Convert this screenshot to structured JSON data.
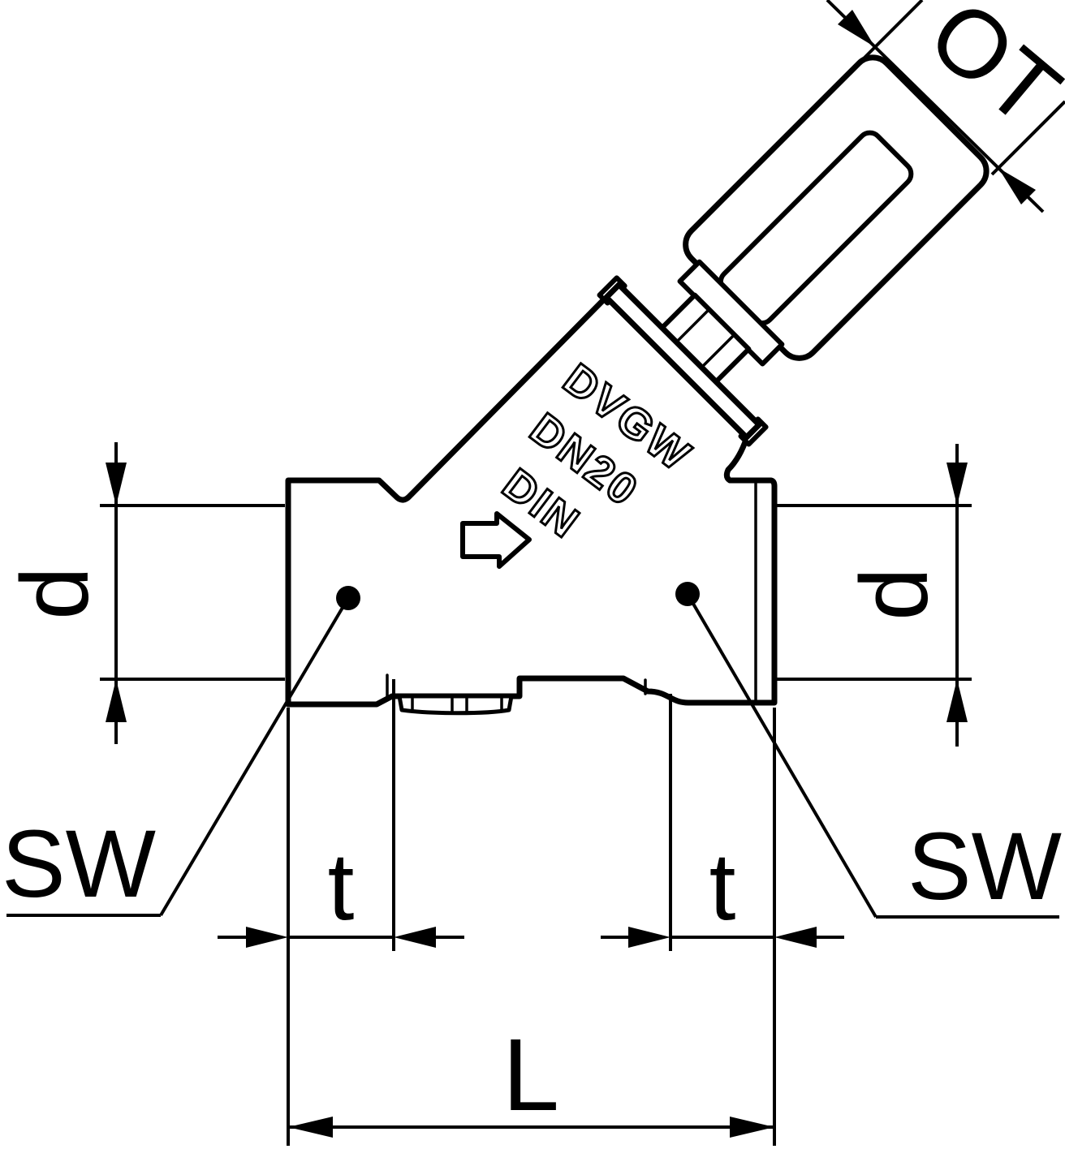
{
  "page": {
    "background": "#ffffff",
    "line_color": "#000000",
    "description": "Technical dimension drawing of an inclined-seat (free-flow) valve, side view"
  },
  "dimension_labels": {
    "ot": "OT",
    "d_left": "d",
    "d_right": "d",
    "sw_left": "SW",
    "sw_right": "SW",
    "t_left": "t",
    "t_right": "t",
    "l": "L"
  },
  "cast_marks": {
    "line1": "DVGW",
    "line2": "DN20",
    "line3": "DIN"
  },
  "icons": {
    "flow_arrow": "flow-direction-arrow",
    "reference_dot_left": "leader-reference-dot",
    "reference_dot_right": "leader-reference-dot"
  }
}
